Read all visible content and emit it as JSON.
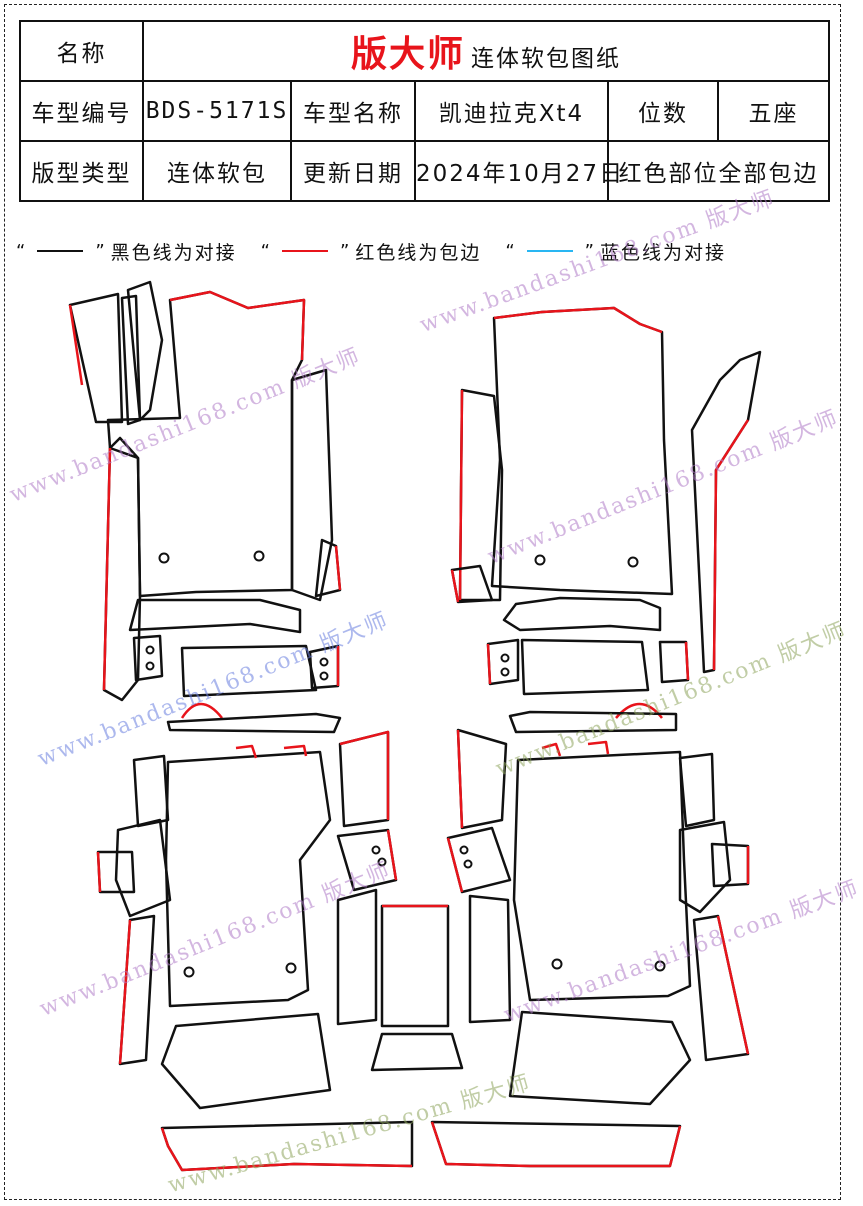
{
  "header": {
    "name_label": "名称",
    "brand": "版大师",
    "doc_title": "连体软包图纸",
    "model_code_label": "车型编号",
    "model_code": "BDS-5171S",
    "model_name_label": "车型名称",
    "model_name": "凯迪拉克Xt4",
    "seats_label": "位数",
    "seats": "五座",
    "pattern_type_label": "版型类型",
    "pattern_type": "连体软包",
    "update_label": "更新日期",
    "update_date": "2024年10月27日",
    "note": "红色部位全部包边"
  },
  "legend": [
    {
      "open_quote": "“",
      "close_quote": "”",
      "color": "#111111",
      "text": "黑色线为对接"
    },
    {
      "open_quote": "“",
      "close_quote": "”",
      "color": "#e8141b",
      "text": "红色线为包边"
    },
    {
      "open_quote": "“",
      "close_quote": "”",
      "color": "#29b6f2",
      "text": "蓝色线为对接"
    }
  ],
  "watermark": {
    "url": "www.bandashi168.com",
    "brand": "版大师"
  },
  "colors": {
    "black_line": "#111111",
    "red_line": "#e8141b",
    "blue_line": "#29b6f2"
  }
}
